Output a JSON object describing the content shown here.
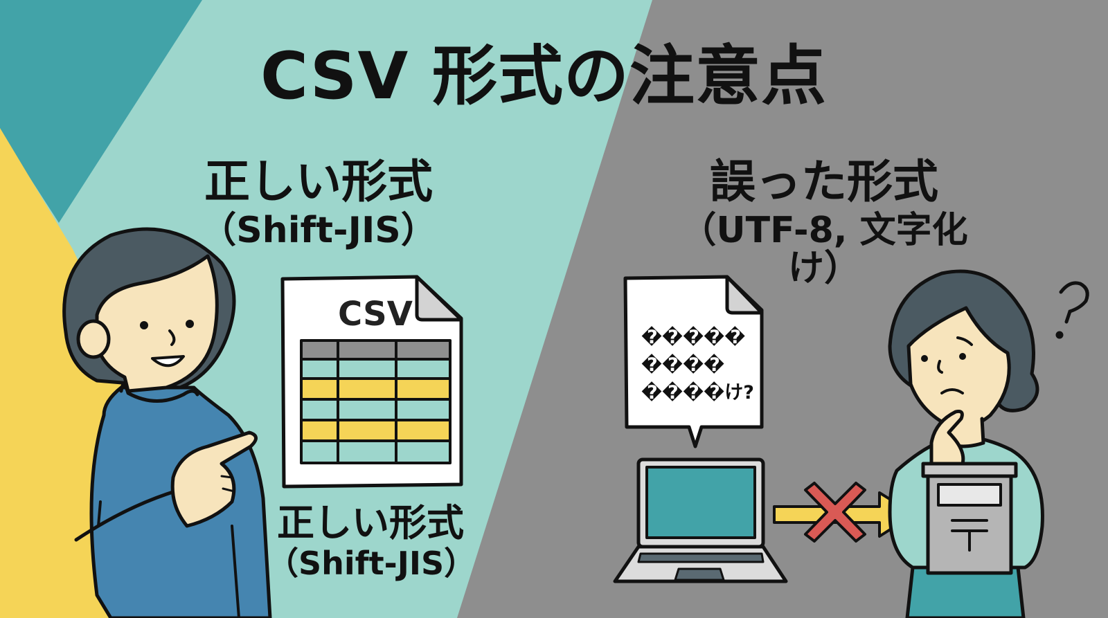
{
  "title": "CSV 形式の注意点",
  "left_panel": {
    "heading": "正しい形式",
    "subheading": "（Shift-JIS）",
    "document": {
      "label": "CSV",
      "table": {
        "columns": 3,
        "rows": [
          "header",
          "teal",
          "yellow",
          "teal",
          "yellow",
          "teal"
        ]
      }
    },
    "caption": "正しい形式",
    "caption_sub": "（Shift-JIS）",
    "character": "smiling person pointing at CSV document"
  },
  "right_panel": {
    "heading": "誤った形式",
    "subheading": "（UTF-8, 文字化け）",
    "speech_document": {
      "lines": [
        "�����",
        "����",
        "����け?"
      ]
    },
    "laptop": "laptop with teal screen",
    "arrow": "yellow arrow with red cross (blocked)",
    "character": "confused person holding post box with 〒 mark",
    "question_mark": "?"
  },
  "colors": {
    "mint": "#9dd6cc",
    "dark_teal": "#42a3a8",
    "yellow": "#f5d457",
    "gray": "#8e8e8e",
    "sweater_blue": "#4585b0",
    "skin": "#f7e4bc",
    "hair": "#4b5a62",
    "red_x": "#d95a55"
  }
}
